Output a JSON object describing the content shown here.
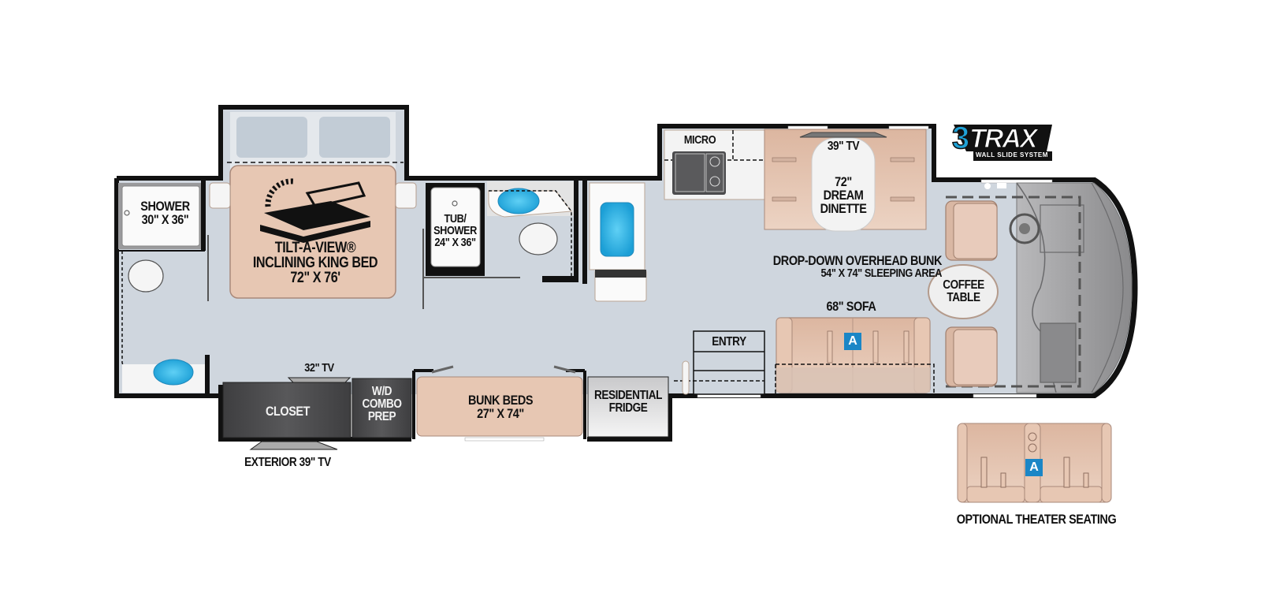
{
  "floorplan": {
    "title": "Motorhome Floor Plan",
    "colors": {
      "floor": "#cfd6de",
      "wall": "#111111",
      "upholstery": "#e3c2ae",
      "cabinet_dark": "#4a4a4c",
      "water_blue": "#35b6e6",
      "badge_blue": "#1a86c6",
      "cab_gray": "#9a9a9c"
    },
    "rooms": {
      "shower": {
        "line1": "SHOWER",
        "line2": "30\" X 36\""
      },
      "bed": {
        "line1": "TILT-A-VIEW®",
        "line2": "INCLINING KING BED",
        "line3": "72\" X 76'"
      },
      "tub_shower": {
        "line1": "TUB/",
        "line2": "SHOWER",
        "line3": "24\" X 36\""
      },
      "micro": {
        "label": "MICRO"
      },
      "dinette": {
        "tv": "39\" TV",
        "line1": "72\"",
        "line2": "DREAM",
        "line3": "DINETTE"
      },
      "bunk_overhead": {
        "line1": "DROP-DOWN OVERHEAD BUNK",
        "line2": "54\" X 74\" SLEEPING AREA"
      },
      "coffee_table": {
        "line1": "COFFEE",
        "line2": "TABLE"
      },
      "sofa": {
        "label": "68\" SOFA",
        "badge": "A"
      },
      "entry": {
        "label": "ENTRY"
      },
      "closet": {
        "label": "CLOSET",
        "tv_label": "32\" TV",
        "exterior_tv": "EXTERIOR 39\" TV"
      },
      "wd": {
        "line1": "W/D",
        "line2": "COMBO",
        "line3": "PREP"
      },
      "bunk_beds": {
        "line1": "BUNK BEDS",
        "line2": "27\" X 74\""
      },
      "fridge": {
        "line1": "RESIDENTIAL",
        "line2": "FRIDGE"
      }
    },
    "optional": {
      "label": "OPTIONAL THEATER SEATING",
      "badge": "A"
    },
    "logo": {
      "main_3": "3",
      "main_trax": "TRAX",
      "sub": "WALL SLIDE SYSTEM"
    }
  }
}
